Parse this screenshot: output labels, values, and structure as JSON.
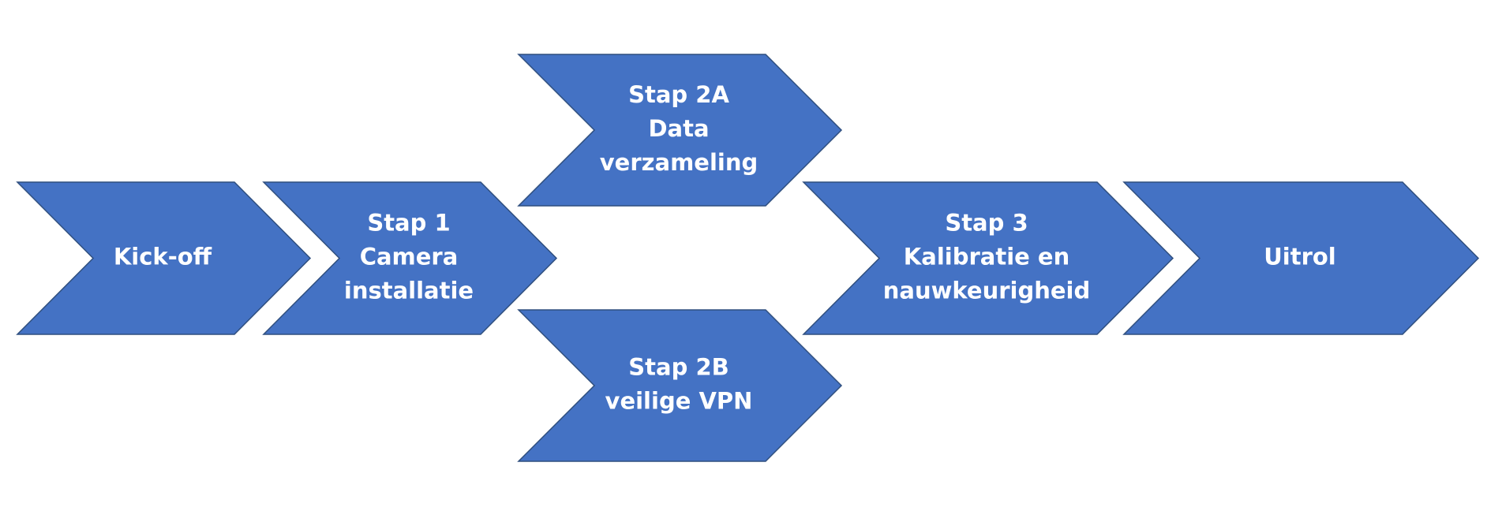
{
  "diagram": {
    "fill_color": "#4472c4",
    "steps": [
      {
        "id": "kickoff",
        "lines": [
          "Kick-off"
        ]
      },
      {
        "id": "stap1",
        "lines": [
          "Stap 1",
          "Camera",
          "installatie"
        ]
      },
      {
        "id": "stap2a",
        "lines": [
          "Stap 2A",
          "Data",
          "verzameling"
        ]
      },
      {
        "id": "stap2b",
        "lines": [
          "Stap 2B",
          "veilige VPN"
        ]
      },
      {
        "id": "stap3",
        "lines": [
          "Stap 3",
          "Kalibratie en",
          "nauwkeurigheid"
        ]
      },
      {
        "id": "uitrol",
        "lines": [
          "Uitrol"
        ]
      }
    ]
  }
}
